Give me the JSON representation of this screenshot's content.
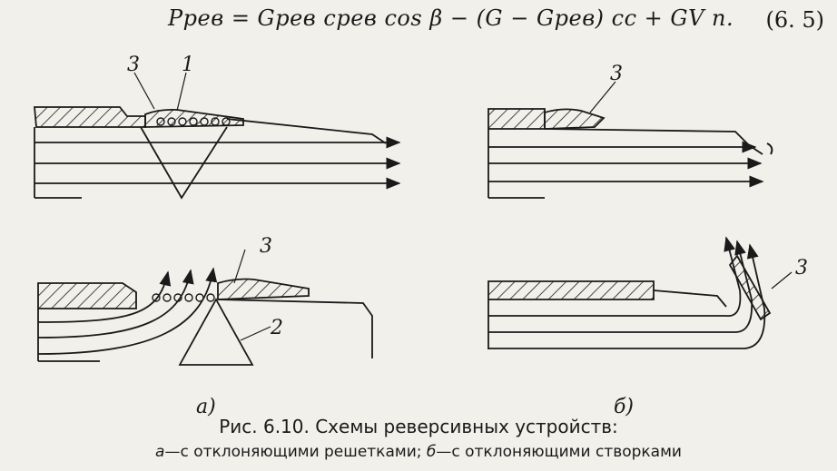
{
  "formula": {
    "text": "Pрев = Gрев cрев cos β − (G − Gрев) cс + GV п.",
    "number": "(6. 5)"
  },
  "figure_labels": {
    "a_label_3": "3",
    "a_label_1": "1",
    "a_label_3b": "3",
    "a_label_2": "2",
    "a_caption": "а)",
    "b_label_3": "3",
    "b_label_3b": "3",
    "b_caption": "б)"
  },
  "caption": {
    "title": "Рис. 6.10. Схемы реверсивных устройств:",
    "part_a_letter": "а",
    "part_a_text": "—с отклоняющими решетками;",
    "part_b_letter": "б",
    "part_b_text": "—с отклоняющими створками"
  }
}
